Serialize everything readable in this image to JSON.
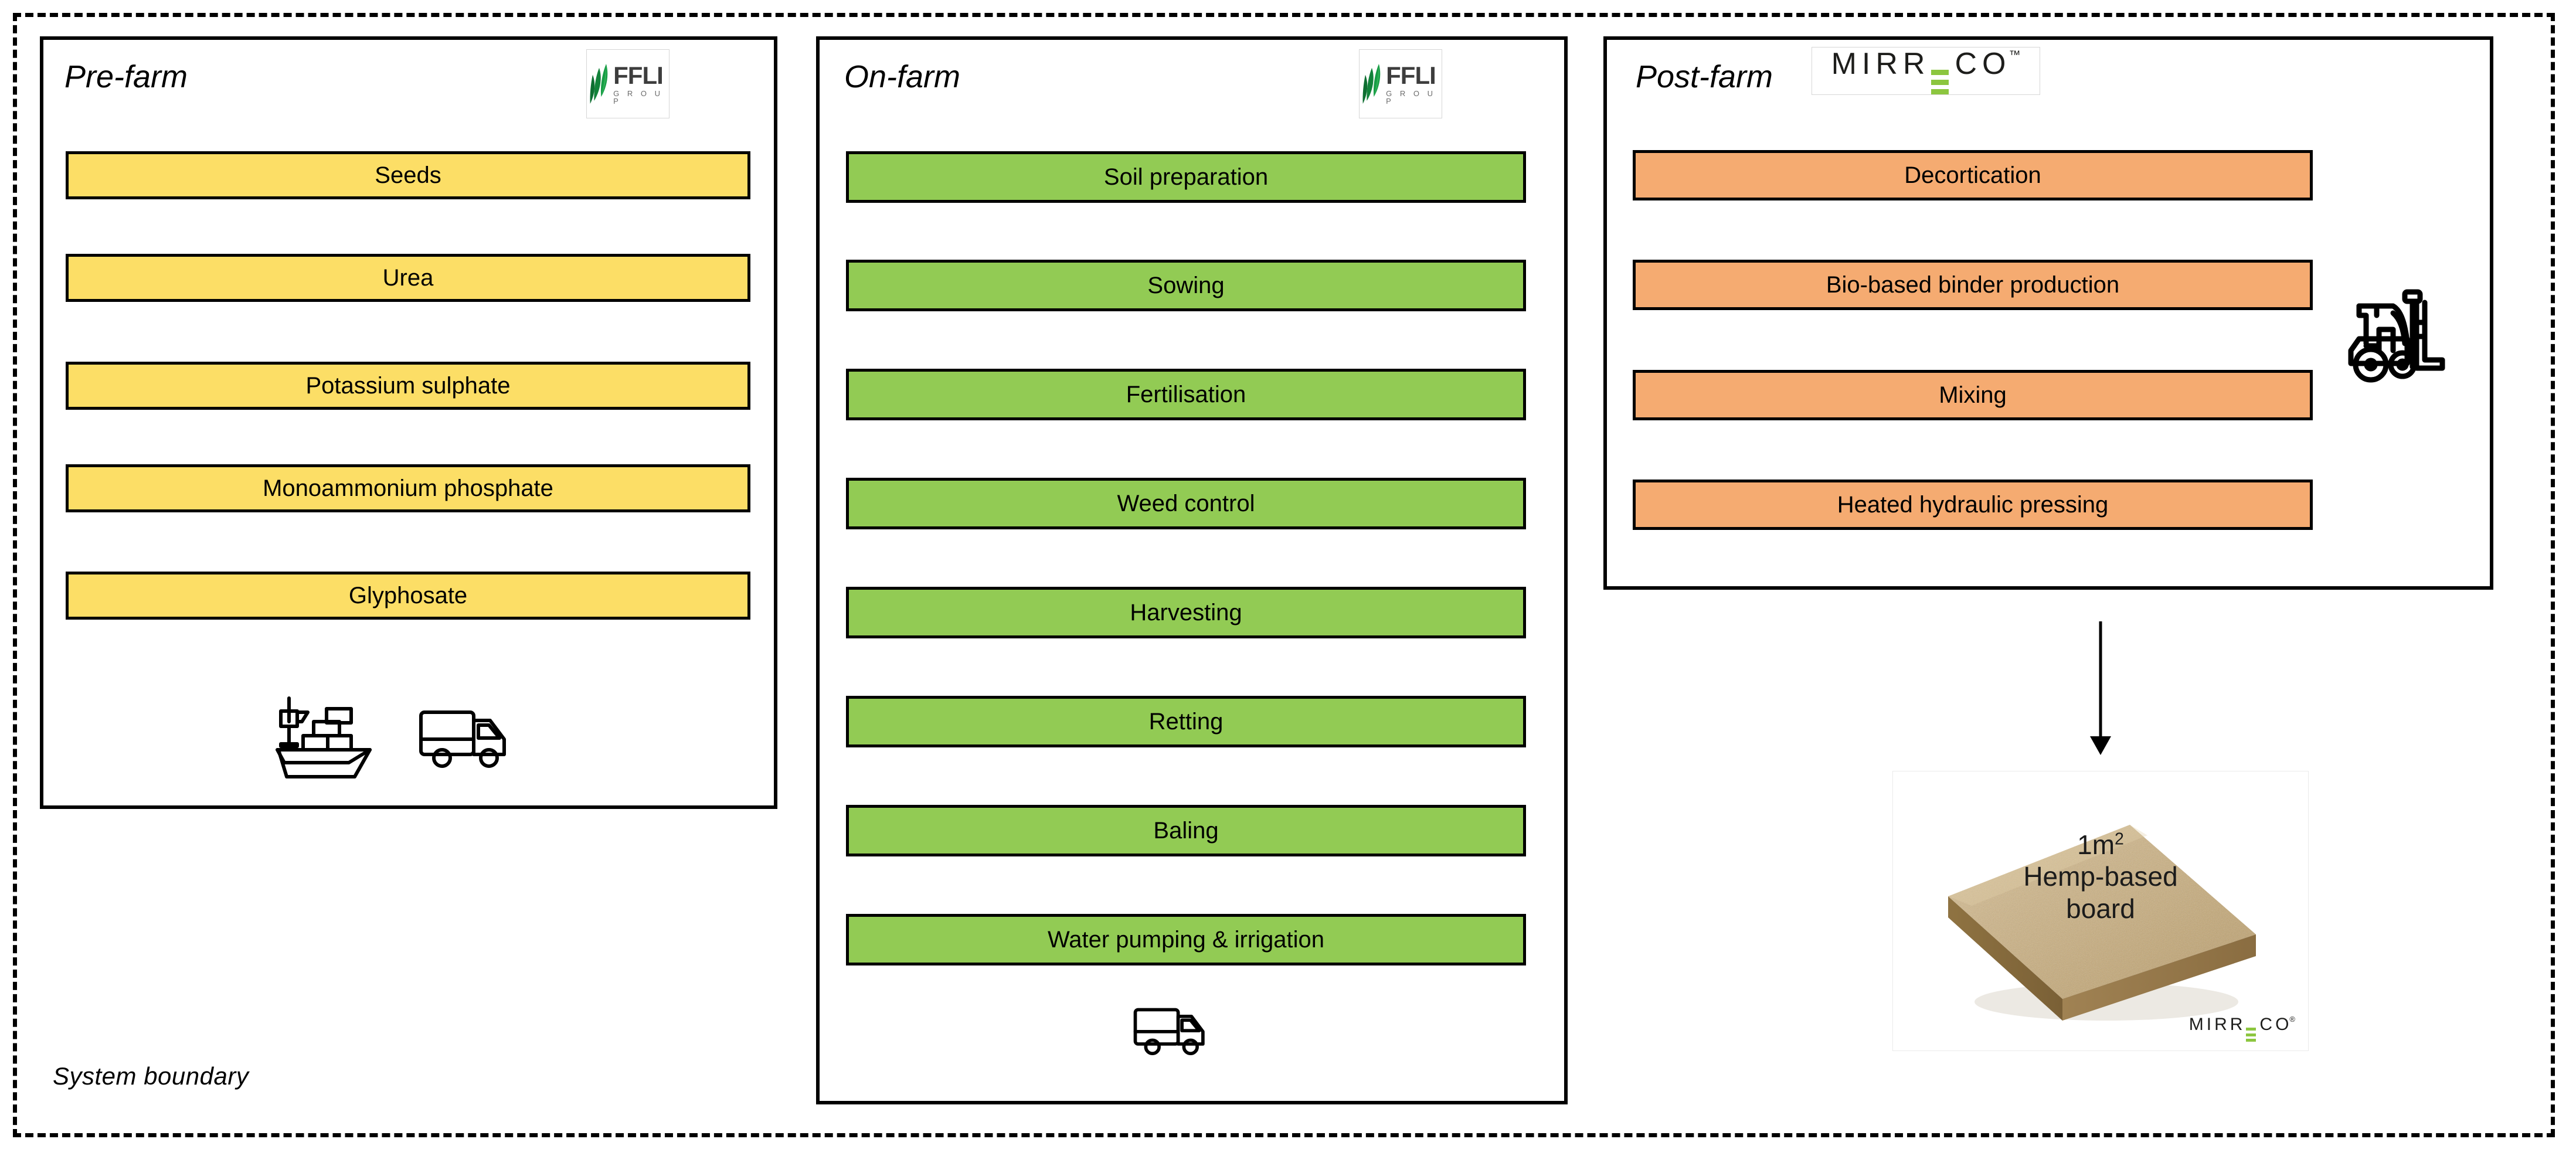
{
  "system_boundary": {
    "label": "System boundary"
  },
  "colors": {
    "pre_farm_box": "#FCDE66",
    "on_farm_box": "#92CB54",
    "post_farm_box": "#F5AB71",
    "border": "#000000",
    "mirreco_green": "#8CC63F",
    "ffli_green": "#1E9E46"
  },
  "stages": [
    {
      "id": "pre-farm",
      "title": "Pre-farm",
      "logo": {
        "name": "FFLI",
        "sub": "G R O U P",
        "type": "ffli-logo"
      },
      "boxes": [
        {
          "label": "Seeds"
        },
        {
          "label": "Urea"
        },
        {
          "label": "Potassium sulphate"
        },
        {
          "label": "Monoammonium  phosphate"
        },
        {
          "label": "Glyphosate"
        }
      ],
      "icons": [
        {
          "name": "cargo-ship-icon"
        },
        {
          "name": "delivery-truck-icon"
        }
      ]
    },
    {
      "id": "on-farm",
      "title": "On-farm",
      "logo": {
        "name": "FFLI",
        "sub": "G R O U P",
        "type": "ffli-logo"
      },
      "boxes": [
        {
          "label": "Soil preparation"
        },
        {
          "label": "Sowing"
        },
        {
          "label": "Fertilisation"
        },
        {
          "label": "Weed control"
        },
        {
          "label": "Harvesting"
        },
        {
          "label": "Retting"
        },
        {
          "label": "Baling"
        },
        {
          "label": "Water pumping  &  irrigation"
        }
      ],
      "icons": [
        {
          "name": "delivery-truck-icon"
        }
      ]
    },
    {
      "id": "post-farm",
      "title": "Post-farm",
      "logo": {
        "name": "MIRRECO",
        "tm": "™",
        "type": "mirreco-logo"
      },
      "boxes": [
        {
          "label": "Decortication"
        },
        {
          "label": "Bio-based binder production"
        },
        {
          "label": "Mixing"
        },
        {
          "label": "Heated hydraulic pressing"
        }
      ],
      "icons": [
        {
          "name": "forklift-icon"
        }
      ]
    }
  ],
  "product": {
    "label_line1": "1m",
    "label_exponent": "2",
    "label_line2": "Hemp-based",
    "label_line3": "board",
    "logo": {
      "name": "MIRRECO",
      "tm": "®"
    }
  }
}
